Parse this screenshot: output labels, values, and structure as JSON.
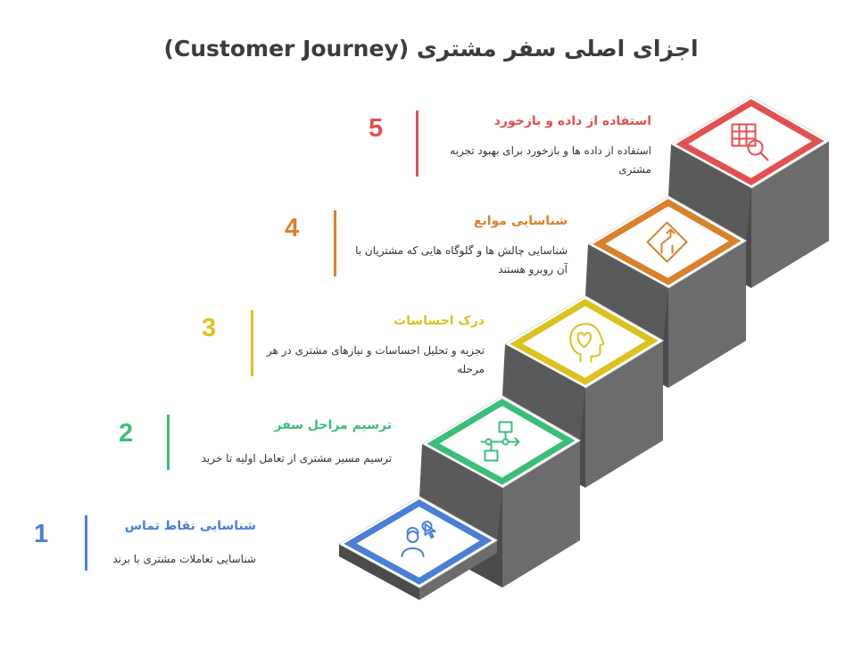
{
  "title": "اجزای اصلی سفر مشتری (Customer Journey)",
  "steps": [
    {
      "number": "1",
      "title": "شناسایی نقاط تماس",
      "description": "شناسایی تعاملات مشتری با برند",
      "color": "#4a7fd8",
      "icon": "customer-touchpoint-icon"
    },
    {
      "number": "2",
      "title": "ترسیم مراحل سفر",
      "description": "ترسیم مسیر مشتری از تعامل اولیه تا خرید",
      "color": "#3bbf78",
      "icon": "flowchart-icon"
    },
    {
      "number": "3",
      "title": "درک احساسات",
      "description": "تجزیه و تحلیل احساسات و نیازهای مشتری در هر مرحله",
      "color": "#dcc21c",
      "icon": "head-heart-icon"
    },
    {
      "number": "4",
      "title": "شناسایی موانع",
      "description": "شناسایی چالش ها و گلوگاه هایی که مشتریان با آن روبرو هستند",
      "color": "#d9812b",
      "icon": "route-sign-icon"
    },
    {
      "number": "5",
      "title": "استفاده از داده و بازخورد",
      "description": "استفاده از داده ها و بازخورد برای بهبود تجربه مشتری",
      "color": "#e25050",
      "icon": "data-search-icon"
    }
  ]
}
